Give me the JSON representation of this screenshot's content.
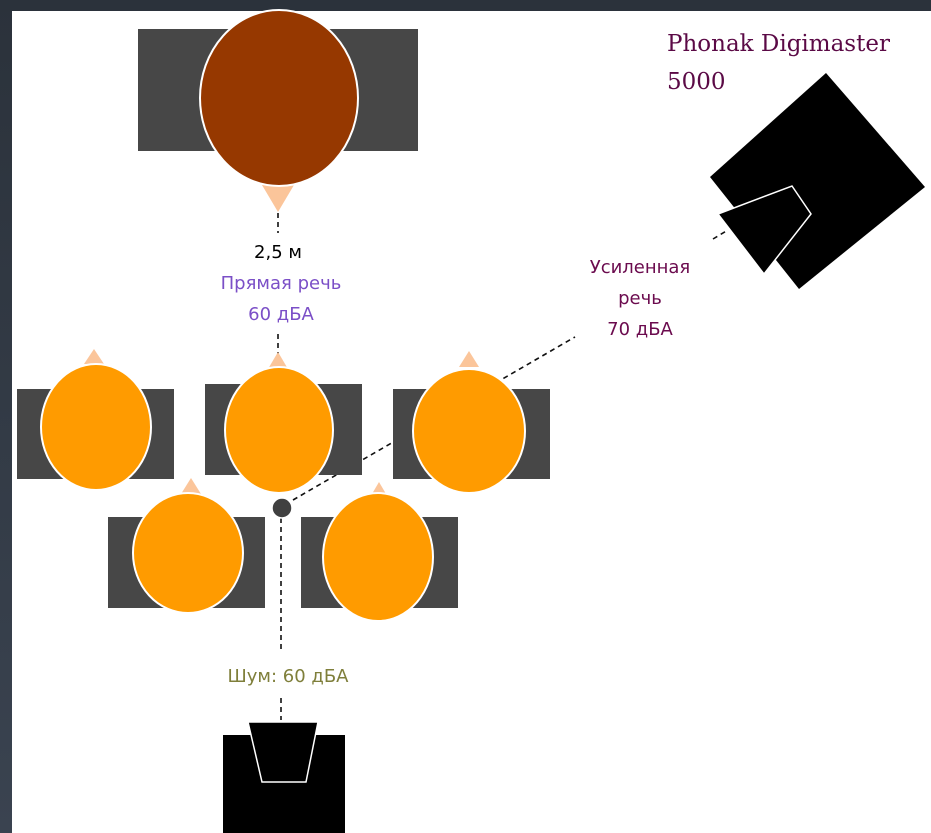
{
  "title": {
    "line1": "Phonak Digimaster",
    "line2": "5000"
  },
  "labels": {
    "distance": "2,5 м",
    "direct_speech": "Прямая речь",
    "direct_level": "60 дБА",
    "amplified_1": "Усиленная",
    "amplified_2": "речь",
    "amplified_level": "70 дБА",
    "noise": "Шум: 60 дБА"
  },
  "colors": {
    "panel": "#ffffff",
    "table": "#474747",
    "speaker_head": "#963800",
    "listener_head": "#ff9b00",
    "nose": "#fbc59a",
    "speaker_device": "#000000",
    "direct_text": "#7b4fc7",
    "amplified_text": "#6b0b4e",
    "title_text": "#5b0a46",
    "noise_text": "#7f7f3b",
    "mic": "#404040"
  }
}
